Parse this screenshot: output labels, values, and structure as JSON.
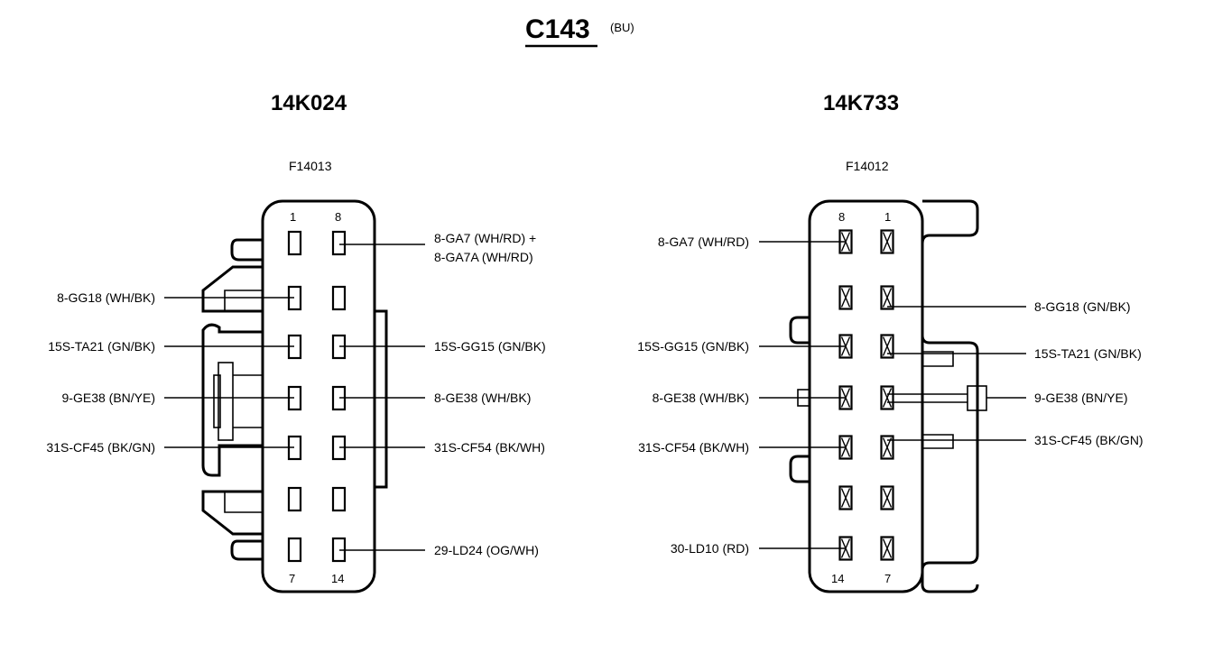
{
  "title": "C143",
  "color_code": "(BU)",
  "connectors": [
    {
      "heading": "14K024",
      "part_number": "F14013",
      "corner_pins": [
        "1",
        "8",
        "7",
        "14"
      ],
      "circuits_left": [
        "8-GG18 (WH/BK)",
        "15S-TA21 (GN/BK)",
        "9-GE38 (BN/YE)",
        "31S-CF45 (BK/GN)"
      ],
      "circuits_right": [
        "8-GA7 (WH/RD) +",
        "8-GA7A (WH/RD)",
        "15S-GG15 (GN/BK)",
        "8-GE38 (WH/BK)",
        "31S-CF54 (BK/WH)",
        "29-LD24 (OG/WH)"
      ]
    },
    {
      "heading": "14K733",
      "part_number": "F14012",
      "corner_pins": [
        "8",
        "1",
        "14",
        "7"
      ],
      "circuits_left": [
        "8-GA7 (WH/RD)",
        "15S-GG15 (GN/BK)",
        "8-GE38 (WH/BK)",
        "31S-CF54 (BK/WH)",
        "30-LD10 (RD)"
      ],
      "circuits_right": [
        "8-GG18 (GN/BK)",
        "15S-TA21 (GN/BK)",
        "9-GE38 (BN/YE)",
        "31S-CF45 (BK/GN)"
      ]
    }
  ]
}
